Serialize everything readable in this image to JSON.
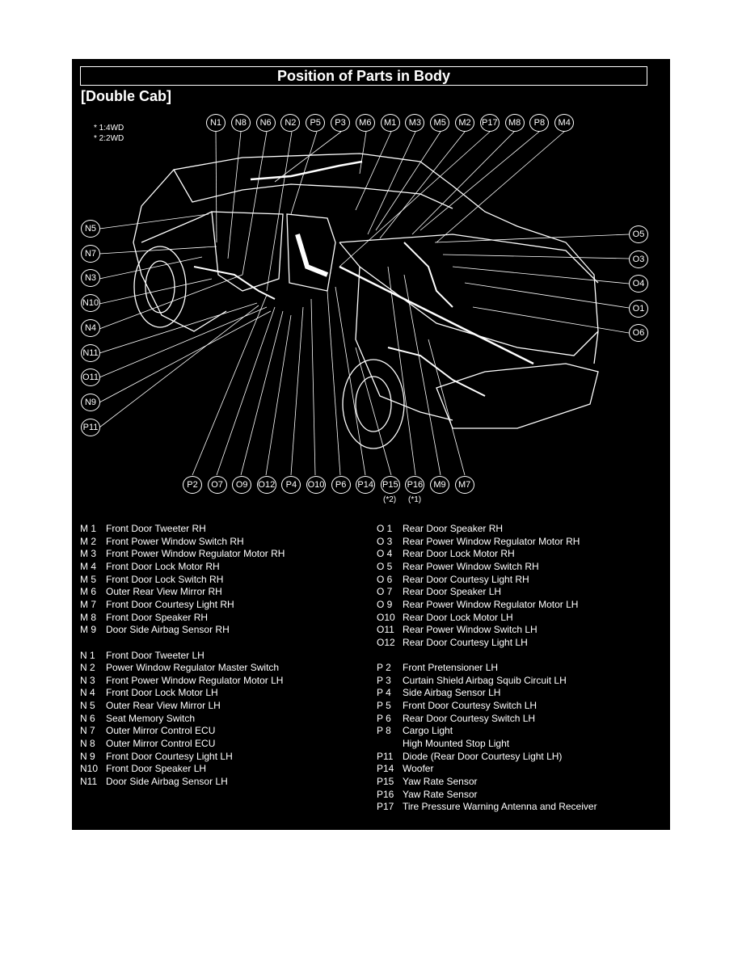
{
  "title": "Position of Parts in Body",
  "subtitle": "[Double Cab]",
  "notes": [
    "* 1:4WD",
    "* 2:2WD"
  ],
  "callouts_top": [
    "N1",
    "N8",
    "N6",
    "N2",
    "P5",
    "P3",
    "M6",
    "M1",
    "M3",
    "M5",
    "M2",
    "P17",
    "M8",
    "P8",
    "M4"
  ],
  "callouts_left": [
    "N5",
    "N7",
    "N3",
    "N10",
    "N4",
    "N11",
    "O11",
    "N9",
    "P11"
  ],
  "callouts_right": [
    "O5",
    "O3",
    "O4",
    "O1",
    "O6"
  ],
  "callouts_bottom": [
    "P2",
    "O7",
    "O9",
    "O12",
    "P4",
    "O10",
    "P6",
    "P14",
    "P15",
    "P16",
    "M9",
    "M7"
  ],
  "bottom_notes": [
    "(*2)",
    "(*1)"
  ],
  "legend_left": [
    {
      "code": "M  1",
      "name": "Front Door Tweeter RH"
    },
    {
      "code": "M  2",
      "name": "Front Power Window Switch RH"
    },
    {
      "code": "M  3",
      "name": "Front Power Window Regulator Motor RH"
    },
    {
      "code": "M  4",
      "name": "Front Door Lock Motor RH"
    },
    {
      "code": "M  5",
      "name": "Front Door Lock Switch RH"
    },
    {
      "code": "M  6",
      "name": "Outer Rear View Mirror RH"
    },
    {
      "code": "M  7",
      "name": "Front Door Courtesy Light RH"
    },
    {
      "code": "M  8",
      "name": "Front Door Speaker RH"
    },
    {
      "code": "M  9",
      "name": "Door Side Airbag Sensor RH"
    },
    {
      "code": "",
      "name": ""
    },
    {
      "code": "N  1",
      "name": "Front Door Tweeter LH"
    },
    {
      "code": "N  2",
      "name": "Power Window Regulator Master Switch"
    },
    {
      "code": "N  3",
      "name": "Front Power Window Regulator Motor LH"
    },
    {
      "code": "N  4",
      "name": "Front Door Lock Motor LH"
    },
    {
      "code": "N  5",
      "name": "Outer Rear View Mirror LH"
    },
    {
      "code": "N  6",
      "name": "Seat Memory Switch"
    },
    {
      "code": "N  7",
      "name": "Outer Mirror Control ECU"
    },
    {
      "code": "N  8",
      "name": "Outer Mirror Control ECU"
    },
    {
      "code": "N  9",
      "name": "Front Door Courtesy Light LH"
    },
    {
      "code": "N10",
      "name": "Front Door Speaker LH"
    },
    {
      "code": "N11",
      "name": "Door Side Airbag Sensor LH"
    }
  ],
  "legend_right": [
    {
      "code": "O  1",
      "name": "Rear Door Speaker RH"
    },
    {
      "code": "O  3",
      "name": "Rear Power Window Regulator Motor RH"
    },
    {
      "code": "O  4",
      "name": "Rear Door Lock Motor RH"
    },
    {
      "code": "O  5",
      "name": "Rear Power Window Switch RH"
    },
    {
      "code": "O  6",
      "name": "Rear Door Courtesy Light RH"
    },
    {
      "code": "O  7",
      "name": "Rear Door Speaker LH"
    },
    {
      "code": "O  9",
      "name": "Rear Power Window Regulator Motor LH"
    },
    {
      "code": "O10",
      "name": "Rear Door Lock Motor LH"
    },
    {
      "code": "O11",
      "name": "Rear Power Window Switch LH"
    },
    {
      "code": "O12",
      "name": "Rear Door Courtesy Light LH"
    },
    {
      "code": "",
      "name": ""
    },
    {
      "code": "P  2",
      "name": "Front Pretensioner LH"
    },
    {
      "code": "P  3",
      "name": "Curtain Shield Airbag Squib Circuit LH"
    },
    {
      "code": "P  4",
      "name": "Side Airbag Sensor LH"
    },
    {
      "code": "P  5",
      "name": "Front Door Courtesy Switch LH"
    },
    {
      "code": "P  6",
      "name": "Rear Door Courtesy Switch LH"
    },
    {
      "code": "P  8",
      "name": "Cargo Light"
    },
    {
      "code": "",
      "name": "High Mounted Stop Light"
    },
    {
      "code": "P11",
      "name": "Diode (Rear Door Courtesy Light LH)"
    },
    {
      "code": "P14",
      "name": "Woofer"
    },
    {
      "code": "P15",
      "name": "Yaw Rate Sensor"
    },
    {
      "code": "P16",
      "name": "Yaw Rate Sensor"
    },
    {
      "code": "P17",
      "name": "Tire Pressure Warning Antenna and Receiver"
    }
  ]
}
